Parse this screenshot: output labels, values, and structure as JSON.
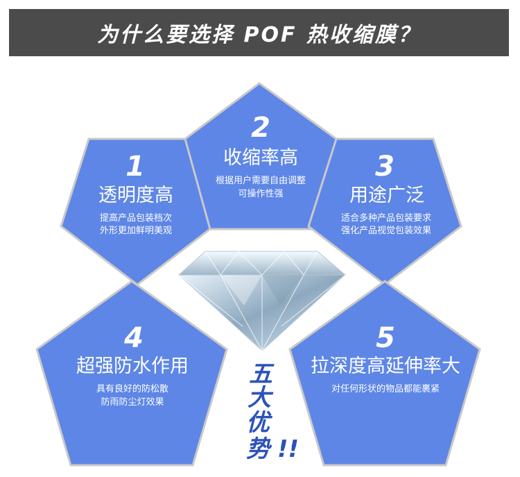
{
  "header": {
    "title": "为什么要选择 POF 热收缩膜？"
  },
  "advantages": [
    {
      "number": "1",
      "title": "透明度高",
      "lines": [
        "提高产品包装档次",
        "外形更加鲜明美观"
      ]
    },
    {
      "number": "2",
      "title": "收缩率高",
      "lines": [
        "根据用户需要自由调整",
        "可操作性强"
      ]
    },
    {
      "number": "3",
      "title": "用途广泛",
      "lines": [
        "适合多种产品包装要求",
        "强化产品视觉包装效果"
      ]
    },
    {
      "number": "4",
      "title": "超强防水作用",
      "lines": [
        "具有良好的防松散",
        "防雨防尘灯效果"
      ]
    },
    {
      "number": "5",
      "title": "拉深度高延伸率大",
      "lines": [
        "对任何形状的物品都能裹紧"
      ]
    }
  ],
  "slogan": {
    "chars": [
      "五",
      "大",
      "优",
      "势"
    ],
    "suffix": "!!"
  },
  "colors": {
    "banner": "#4b4b4b",
    "pentagon": "#5d86e6",
    "border": "#c9c9c9",
    "slogan": "#2d53b8"
  }
}
